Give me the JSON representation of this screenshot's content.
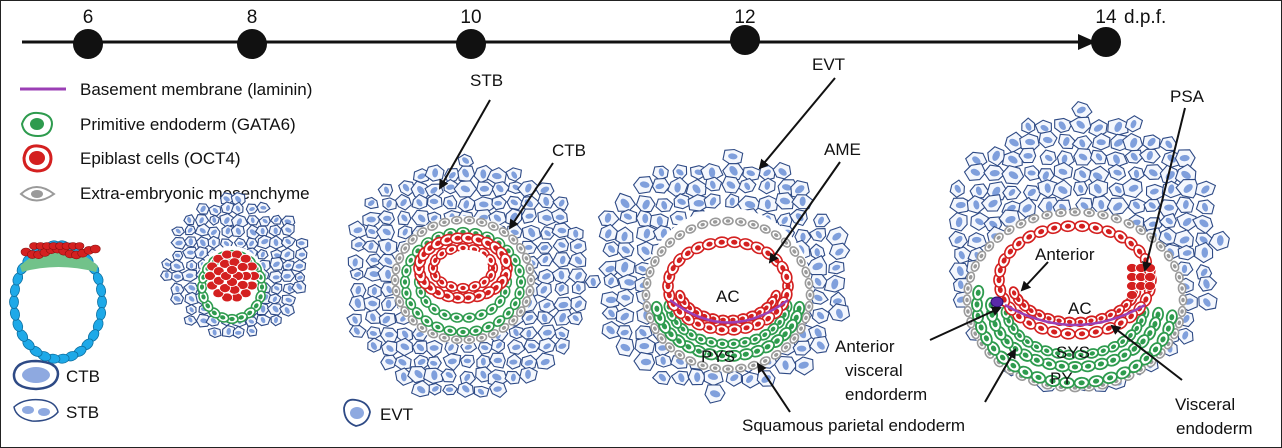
{
  "timeline": {
    "days": [
      "6",
      "8",
      "10",
      "12",
      "14"
    ],
    "unit": "d.p.f."
  },
  "legend": {
    "basement_membrane": "Basement membrane (laminin)",
    "primitive_endoderm": "Primitive endoderm (GATA6)",
    "epiblast": "Epiblast cells (OCT4)",
    "mesenchyme": "Extra-embryonic mesenchyme"
  },
  "cell_key": {
    "ctb": "CTB",
    "stb": "STB",
    "evt": "EVT"
  },
  "labels": {
    "stb": "STB",
    "ctb": "CTB",
    "evt": "EVT",
    "ame": "AME",
    "ac_12": "AC",
    "pys": "PYS",
    "psa": "PSA",
    "anterior": "Anterior",
    "ac_14": "AC",
    "sys": "SYS",
    "py": "PY",
    "ave_line1": "Anterior",
    "ave_line2": "visceral",
    "ave_line3": "endorderm",
    "squamous": "Squamous parietal endoderm",
    "visceral_line1": "Visceral",
    "visceral_line2": "endoderm"
  },
  "colors": {
    "cell_fill": "#a9bde6",
    "cell_outline": "#2e4a85",
    "nucleus": "#7f9fdc",
    "epiblast": "#d42020",
    "endoderm": "#2e9b4e",
    "mesenchyme": "#9a9a9a",
    "basement": "#9b3fb5",
    "blastocyst_outer": "#1ea9e8"
  }
}
